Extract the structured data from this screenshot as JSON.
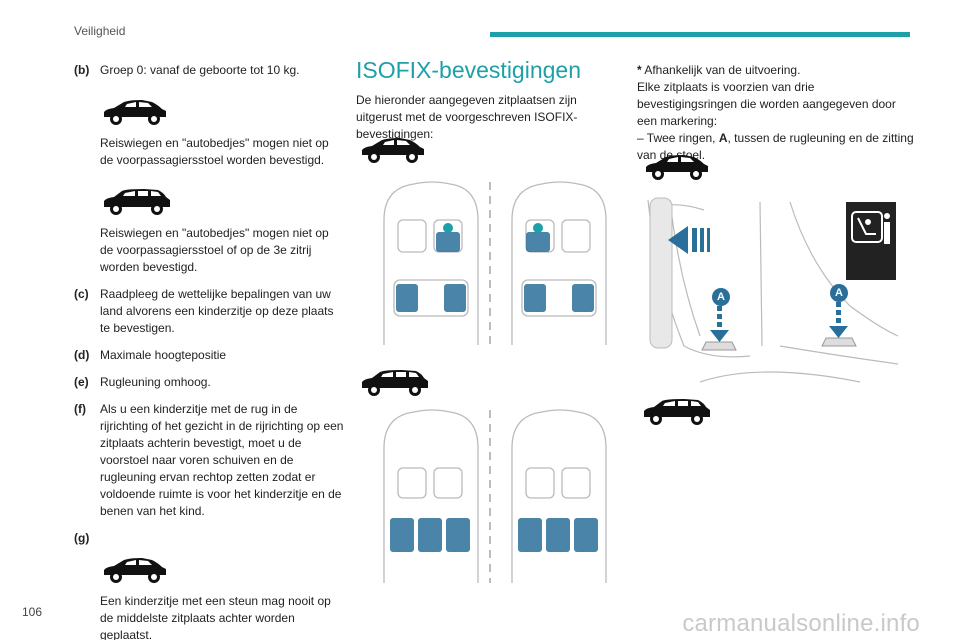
{
  "header": {
    "section": "Veiligheid"
  },
  "page_number": "106",
  "watermark": "carmanualsonline.info",
  "colors": {
    "accent": "#1ea0a8",
    "isofix_icon_bg": "#222222",
    "arrow_blue": "#2a6f9a"
  },
  "col1": {
    "items": [
      {
        "key": "(b)",
        "text": "Groep 0: vanaf de geboorte tot 10 kg."
      },
      {
        "key": "",
        "text": "Reiswiegen en \"autobedjes\" mogen niet op de voorpassagiersstoel worden bevestigd."
      },
      {
        "key": "",
        "text": "Reiswiegen en \"autobedjes\" mogen niet op de voorpassagiersstoel of op de 3e zitrij worden bevestigd."
      },
      {
        "key": "(c)",
        "text": "Raadpleeg de wettelijke bepalingen van uw land alvorens een kinderzitje op deze plaats te bevestigen."
      },
      {
        "key": "(d)",
        "text": "Maximale hoogtepositie"
      },
      {
        "key": "(e)",
        "text": "Rugleuning omhoog."
      },
      {
        "key": "(f)",
        "text": "Als u een kinderzitje met de rug in de rijrichting of het gezicht in de rijrichting op een zitplaats achterin bevestigt, moet u de voorstoel naar voren schuiven en de rugleuning ervan rechtop zetten zodat er voldoende ruimte is voor het kinderzitje en de benen van het kind."
      },
      {
        "key": "(g)",
        "text": ""
      },
      {
        "key": "",
        "text": "Een kinderzitje met een steun mag nooit op de middelste zitplaats achter worden geplaatst."
      }
    ]
  },
  "col2": {
    "title": "ISOFIX-bevestigingen",
    "intro": "De hieronder aangegeven zitplaatsen zijn uitgerust met de voorgeschreven ISOFIX-bevestigingen:"
  },
  "col3": {
    "note_star": "*",
    "note": " Afhankelijk van de uitvoering.",
    "para": "Elke zitplaats is voorzien van drie bevestigingsringen die worden aangegeven door een markering:",
    "bullet_prefix": "–  Twee ringen, ",
    "bullet_bold": "A",
    "bullet_suffix": ", tussen de rugleuning en de zitting van de stoel.",
    "label_a": "A"
  }
}
